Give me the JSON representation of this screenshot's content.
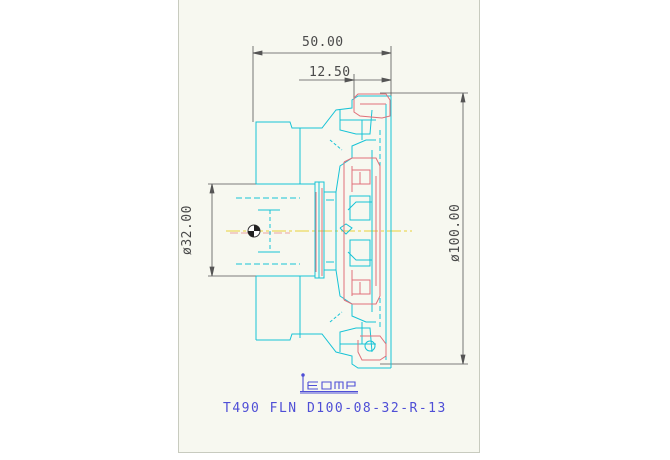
{
  "drawing": {
    "dimension_length_overall": "50.00",
    "dimension_length_partial": "12.50",
    "dimension_bore_diameter": "ø32.00",
    "dimension_cutting_diameter": "ø100.00",
    "part_code": "T490 FLN D100-08-32-R-13"
  },
  "colors": {
    "sheet_background": "#f7f8f0",
    "outline": "#17c3d6",
    "section": "#e0707a",
    "dimension": "#555555",
    "centerline": "#e8d23a",
    "text_blue": "#4f4fd6"
  }
}
